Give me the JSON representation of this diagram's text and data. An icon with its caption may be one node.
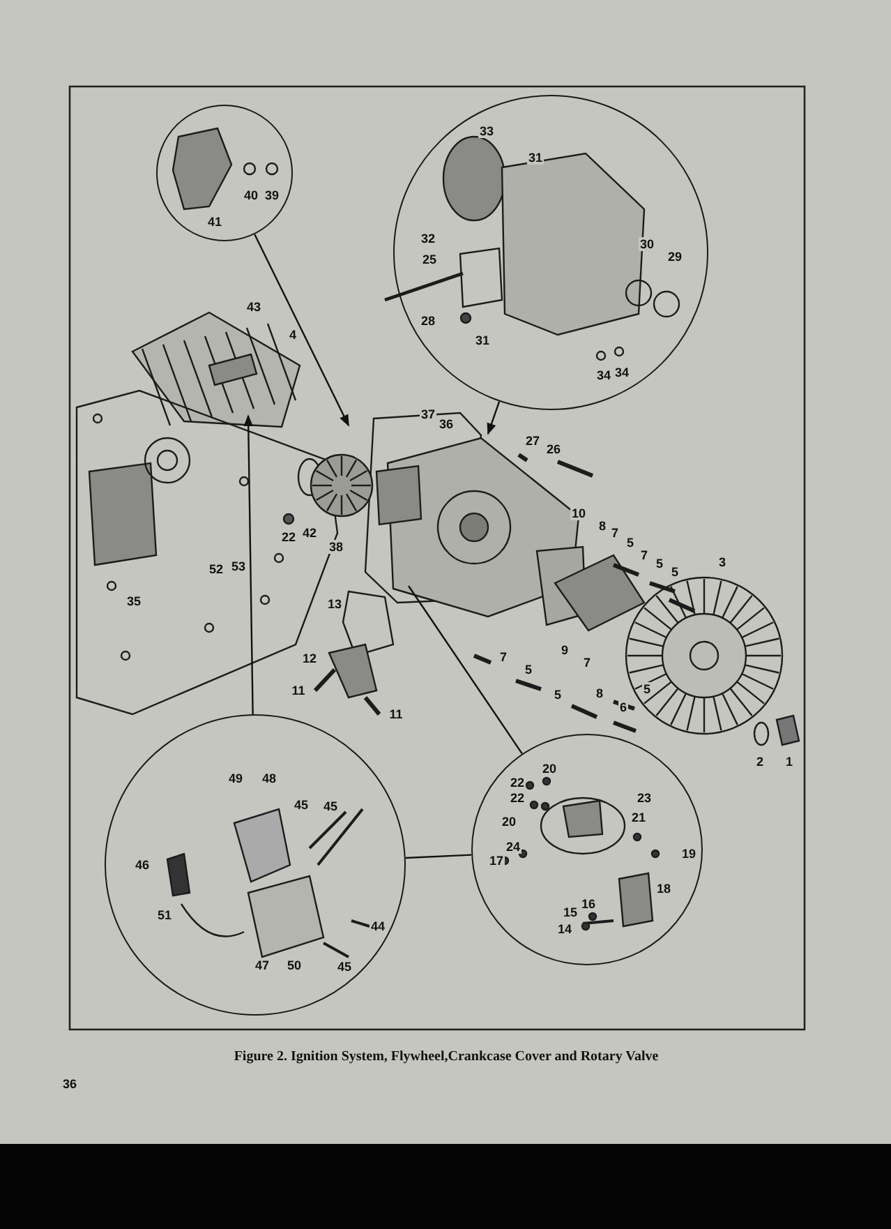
{
  "diagram": {
    "caption": "Figure 2. Ignition System, Flywheel,Crankcase Cover and Rotary Valve",
    "nodes": [
      {
        "text": [
          "41",
          "40",
          "39"
        ]
      },
      {
        "text": [
          "33",
          "31",
          "32",
          "25",
          "30",
          "29",
          "28",
          "31",
          "34",
          "34"
        ]
      },
      {
        "text": [
          "49",
          "48",
          "45",
          "45",
          "46",
          "51",
          "44",
          "47",
          "50",
          "45"
        ]
      },
      {
        "text": [
          "20",
          "22",
          "23",
          "22",
          "20",
          "21",
          "24",
          "19",
          "17",
          "18",
          "16",
          "15",
          "14"
        ]
      }
    ],
    "edges": [
      {
        "from": 0,
        "to": null,
        "arrow": "to"
      },
      {
        "from": 1,
        "to": null,
        "arrow": "to"
      },
      {
        "from": 2,
        "to": null,
        "arrow": "to"
      },
      {
        "from": 3,
        "to": null,
        "arrow": "none"
      },
      {
        "from": 2,
        "to": 3,
        "arrow": "none"
      }
    ],
    "labels": [
      "43",
      "4",
      "37",
      "36",
      "27",
      "26",
      "10",
      "8",
      "7",
      "5",
      "7",
      "5",
      "5",
      "3",
      "22",
      "42",
      "38",
      "52",
      "53",
      "35",
      "13",
      "9",
      "7",
      "12",
      "7",
      "5",
      "5",
      "11",
      "8",
      "5",
      "6",
      "11",
      "2",
      "1",
      "36"
    ]
  }
}
